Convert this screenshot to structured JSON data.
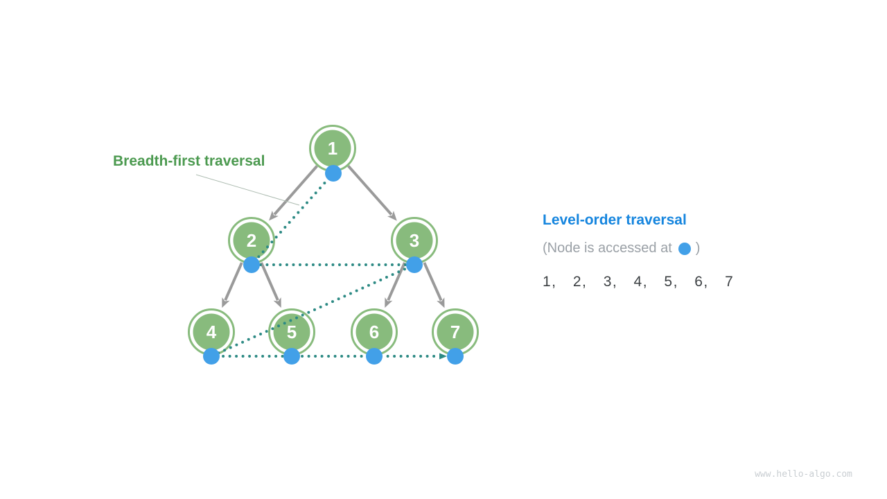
{
  "diagram": {
    "title": "Breadth-first traversal",
    "tree": {
      "nodes": [
        {
          "label": "1"
        },
        {
          "label": "2"
        },
        {
          "label": "3"
        },
        {
          "label": "4"
        },
        {
          "label": "5"
        },
        {
          "label": "6"
        },
        {
          "label": "7"
        }
      ],
      "edges": [
        "1-2",
        "1-3",
        "2-4",
        "2-5",
        "3-6",
        "3-7"
      ],
      "traversal_order": [
        1,
        2,
        3,
        4,
        5,
        6,
        7
      ]
    }
  },
  "panel": {
    "heading": "Level-order traversal",
    "note_prefix": "(Node is accessed at",
    "note_suffix": ")",
    "sequence": "1, 2, 3, 4, 5, 6, 7"
  },
  "watermark": "www.hello-algo.com",
  "colors": {
    "node-green": "#88BB7D",
    "dot-blue": "#42A0E8",
    "path-teal": "#2D8A84",
    "edge-gray": "#9A9A9A",
    "leader-gray": "#ADBCB1",
    "title-green": "#4C9A50",
    "heading-blue": "#1585DE",
    "note-gray": "#9AA0A6",
    "sequence-dark": "#3C4043",
    "watermark-gray": "#C9CED2"
  }
}
